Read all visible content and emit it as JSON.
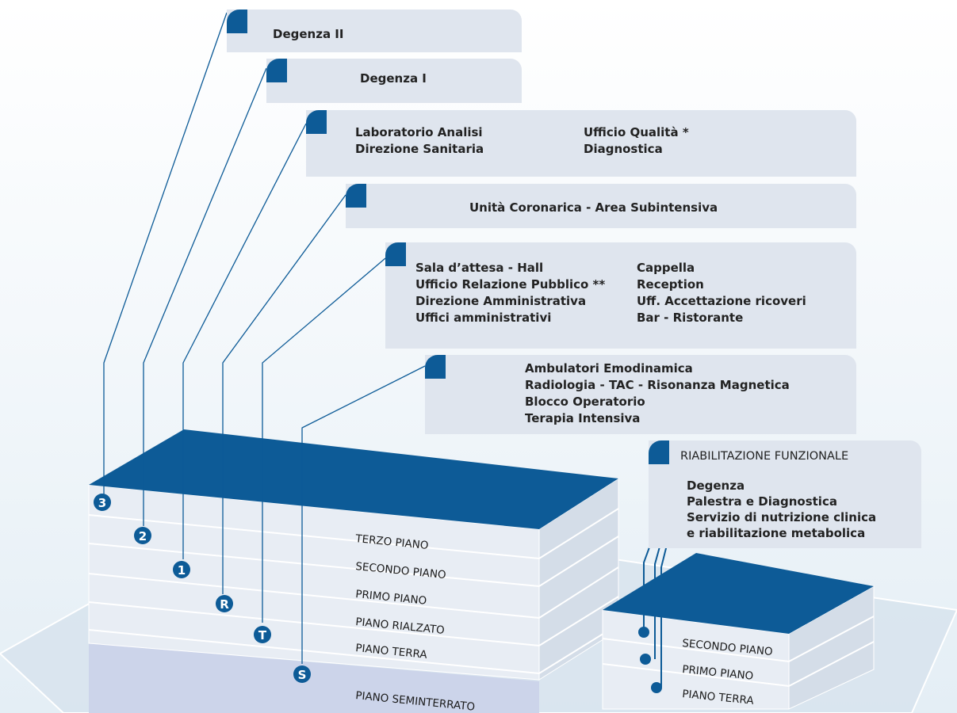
{
  "panels": {
    "degenza2": {
      "title": "Degenza II"
    },
    "degenza1": {
      "title": "Degenza I"
    },
    "floor1": {
      "left": [
        "Laboratorio Analisi",
        "Direzione Sanitaria"
      ],
      "right": [
        "Ufficio Qualità *",
        "Diagnostica"
      ]
    },
    "rialzato": {
      "title": "Unità Coronarica - Area Subintensiva"
    },
    "terra": {
      "left": [
        "Sala d’attesa - Hall",
        "Ufficio Relazione Pubblico **",
        "Direzione Amministrativa",
        "Uffici amministrativi"
      ],
      "right": [
        "Cappella",
        "Reception",
        "Uff. Accettazione ricoveri",
        "Bar - Ristorante"
      ]
    },
    "seminterrato": {
      "items": [
        "Ambulatori Emodinamica",
        "Radiologia - TAC - Risonanza Magnetica",
        "Blocco Operatorio",
        "Terapia Intensiva"
      ]
    },
    "riabilitazione": {
      "title": "RIABILITAZIONE FUNZIONALE",
      "items": [
        "Degenza",
        "Palestra e Diagnostica",
        "Servizio di nutrizione clinica",
        "e riabilitazione metabolica"
      ]
    }
  },
  "main_building": {
    "floors": [
      "TERZO PIANO",
      "SECONDO PIANO",
      "PRIMO PIANO",
      "PIANO RIALZATO",
      "PIANO TERRA",
      "PIANO SEMINTERRATO"
    ],
    "markers": [
      "3",
      "2",
      "1",
      "R",
      "T",
      "S"
    ]
  },
  "rehab_building": {
    "floors": [
      "SECONDO PIANO",
      "PRIMO PIANO",
      "PIANO TERRA"
    ]
  },
  "colors": {
    "accent": "#0d5b97",
    "panel": "#dfe5ee",
    "building_side": "#e6ecf3"
  }
}
